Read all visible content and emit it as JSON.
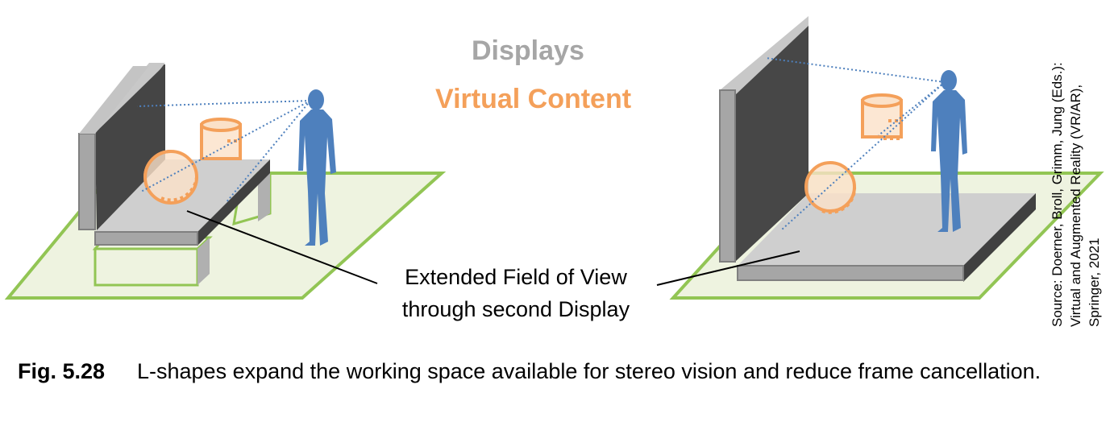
{
  "legend": {
    "displays": "Displays",
    "virtual_content": "Virtual Content"
  },
  "callout": {
    "line1": "Extended Field of View",
    "line2": "through second Display"
  },
  "source": {
    "line1": "Source: Doerner, Broll, Grimm, Jung (Eds.):",
    "line2": "Virtual and Augmented Reality (VR/AR),",
    "line3": "Springer, 2021"
  },
  "caption": {
    "label": "Fig. 5.28",
    "text": "L-shapes expand the working space available for stereo vision and reduce frame cancellation."
  },
  "colors": {
    "display": "#a6a6a6",
    "display_dark": "#404040",
    "virtual_content": "#f4a05a",
    "floor_fill": "#eef3e0",
    "floor_stroke": "#92c554",
    "user": "#4e80bd",
    "sight_line": "#4e80bd"
  },
  "icons": [
    "person-icon",
    "sphere-icon",
    "cylinder-icon"
  ]
}
